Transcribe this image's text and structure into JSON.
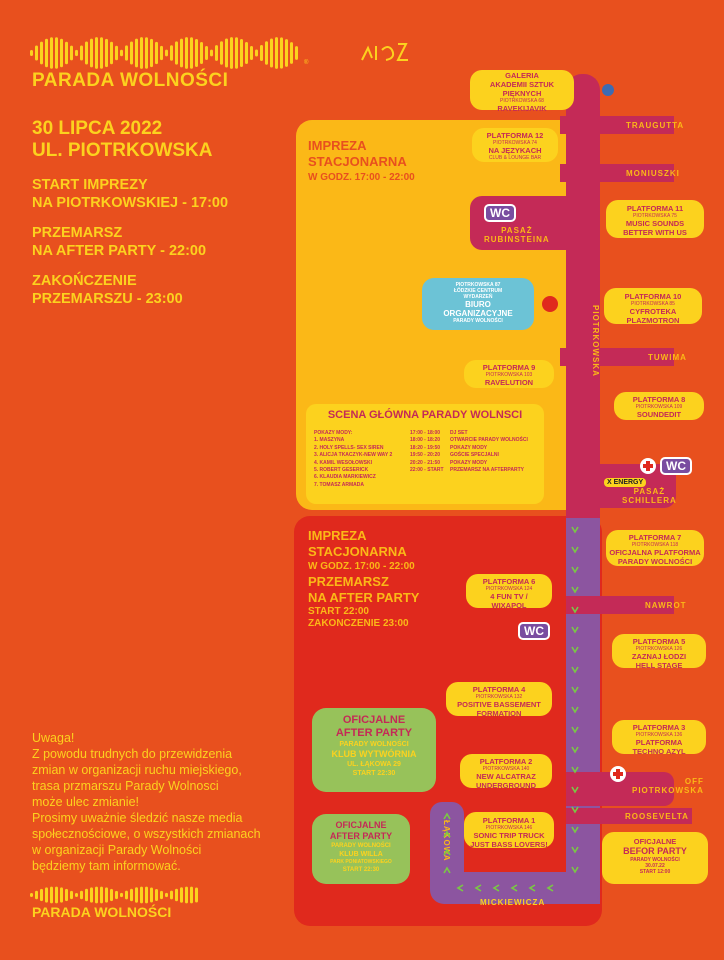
{
  "brand": {
    "name": "PARADA WOLNOŚCI",
    "city": "ŁÓDŹ"
  },
  "event": {
    "date_line1": "30 LIPCA 2022",
    "date_line2": "UL. PIOTRKOWSKA",
    "start_l1": "START IMPREZY",
    "start_l2": "NA PIOTRKOWSKIEJ - 17:00",
    "march_l1": "PRZEMARSZ",
    "march_l2": "NA AFTER PARTY - 22:00",
    "end_l1": "ZAKOŃCZENIE",
    "end_l2": "PRZEMARSZU - 23:00"
  },
  "notice": [
    "Uwaga!",
    "Z powodu trudnych do przewidzenia",
    "zmian w organizacji ruchu miejskiego,",
    "trasa przmarszu Parady Wolnosci",
    "może ulec zmianie!",
    "Prosimy uważnie śledzić nasze media",
    "społecznościowe, o wszystkich zmianach",
    "w organizacji Parady Wolności",
    "będziemy tam informować."
  ],
  "zone1": {
    "l1": "IMPREZA",
    "l2": "STACJONARNA",
    "l3": "W GODZ. 17:00 - 22:00"
  },
  "zone2": {
    "l1": "IMPREZA",
    "l2": "STACJONARNA",
    "l3": "W GODZ. 17:00 - 22:00",
    "l4": "PRZEMARSZ",
    "l5": "NA AFTER PARTY",
    "l6": "START 22:00",
    "l7": "ZAKONCZENIE 23:00"
  },
  "streets": {
    "traugutta": "TRAUGUTTA",
    "moniuszki": "MONIUSZKI",
    "rubinsteina1": "PASAŻ",
    "rubinsteina2": "RUBINSTEINA",
    "piotrkowska": "PIOTRKOWSKA",
    "tuwima": "TUWIMA",
    "schillera1": "PASAŻ",
    "schillera2": "SCHILLERA",
    "nawrot": "NAWROT",
    "off1": "OFF",
    "off2": "PIOTRKOWSKA",
    "roosevelta": "ROOSEVELTA",
    "lakowa": "ŁĄKOWA",
    "mickiewicza": "MICKIEWICZA"
  },
  "wc": "WC",
  "xenergy": "X ENERGY",
  "platforms": {
    "galeria": {
      "l1": "GALERIA",
      "l2": "AKADEMII SZTUK",
      "l3": "PIĘKNYCH",
      "addr": "PIOTRKOWSKA 68",
      "name": "RAVEKIJAVIK"
    },
    "p12": {
      "l1": "PLATFORMA 12",
      "addr": "PIOTRKOWSKA 74",
      "name": "NA JĘZYKACH",
      "sub": "CLUB & LOUNGE BAR"
    },
    "p11": {
      "l1": "PLATFORMA 11",
      "addr": "PIOTRKOWSKA 75",
      "name1": "MUSIC SOUNDS",
      "name2": "BETTER WITH US"
    },
    "biuro": {
      "l1": "PIOTRKOWSKA 87",
      "l2": "ŁÓDZKIE CENTRUM",
      "l3": "WYDARZEŃ",
      "name1": "BIURO",
      "name2": "ORGANIZACYJNE",
      "sub": "PARADY WOLNOŚCI"
    },
    "p10": {
      "l1": "PLATFORMA 10",
      "addr": "PIOTRKOWSKA 85",
      "name1": "CYFROTEKA",
      "name2": "PLAZMOTRON"
    },
    "p9": {
      "l1": "PLATFORMA 9",
      "addr": "PIOTRKOWSKA 103",
      "name": "RAVELUTION"
    },
    "p8": {
      "l1": "PLATFORMA 8",
      "addr": "PIOTRKOWSKA 109",
      "name": "SOUNDEDIT"
    },
    "p7": {
      "l1": "PLATFORMA 7",
      "addr": "PIOTRKOWSKA 118",
      "name1": "OFICJALNA PLATFORMA",
      "name2": "PARADY WOLNOŚCI"
    },
    "p6": {
      "l1": "PLATFORMA 6",
      "addr": "PIOTRKOWSKA 124",
      "name1": "4 FUN TV /",
      "name2": "WIXAPOL"
    },
    "p5": {
      "l1": "PLATFORMA 5",
      "addr": "PIOTRKOWSKA 126",
      "name1": "ZAZNAJ ŁODZI",
      "name2": "HELL STAGE"
    },
    "p4": {
      "l1": "PLATFORMA 4",
      "addr": "PIOTRKOWSKA 132",
      "name1": "POSITIVE BASSEMENT",
      "name2": "FORMATION"
    },
    "p3": {
      "l1": "PLATFORMA 3",
      "addr": "PIOTRKOWSKA 136",
      "name1": "PLATFORMA",
      "name2": "TECHNO AZYL"
    },
    "p2": {
      "l1": "PLATFORMA 2",
      "addr": "PIOTRKOWSKA 140",
      "name1": "NEW ALCATRAZ",
      "name2": "UNDERGROUND"
    },
    "p1": {
      "l1": "PLATFORMA 1",
      "addr": "PIOTRKOWSKA 146",
      "name1": "SONIC TRIP TRUCK",
      "name2": "JUST BASS LOVERS!"
    },
    "befor": {
      "l1": "OFICJALNE",
      "l2": "BEFOR PARTY",
      "l3": "PARADY WOLNOŚCI",
      "l4": "30.07.22",
      "l5": "START 12:00"
    }
  },
  "scena": {
    "title": "SCENA GŁÓWNA PARADY WOLNSCI",
    "shows_header": "POKAZY MODY:",
    "shows": [
      "1. MASZYNA",
      "2. HOLY SPELLS- SEX SIREN",
      "3. ALICJA TKACZYK-NEW WAY 2",
      "4. KAMIL WESOŁOWSKI",
      "5. ROBERT GESERICK",
      "6. KLAUDIA MARKIEWICZ",
      "7. TOMASZ ARMADA"
    ],
    "schedule": [
      {
        "time": "17:00 - 18:00",
        "what": "DJ SET"
      },
      {
        "time": "18:00 - 18:20",
        "what": "OTWARCIE PARADY WOLNOŚCI"
      },
      {
        "time": "18:20 - 19:50",
        "what": "POKAZY MODY"
      },
      {
        "time": "19:50 - 20:20",
        "what": "GOŚCIE SPECJALNI"
      },
      {
        "time": "20:20 - 21:50",
        "what": "POKAZY MODY"
      },
      {
        "time": "22:00 - START",
        "what": "PRZEMARSZ NA AFTERPARTY"
      }
    ]
  },
  "after1": {
    "l1": "OFICJALNE",
    "l2": "AFTER PARTY",
    "l3": "PARADY WOLNOŚCI",
    "l4": "KLUB WYTWÓRNIA",
    "l5": "UL. ŁĄKOWA 29",
    "l6": "START 22:30"
  },
  "after2": {
    "l1": "OFICJALNE",
    "l2": "AFTER PARTY",
    "l3": "PARADY WOLNOŚCI",
    "l4": "KLUB WILLA",
    "l5": "PARK PONIATOWSKIEGO",
    "l6": "START 22:30"
  },
  "colors": {
    "bg": "#e8501e",
    "yellow": "#fcd21e",
    "street": "#c42a57",
    "route": "#8c55a0",
    "green": "#2c9a3c"
  }
}
